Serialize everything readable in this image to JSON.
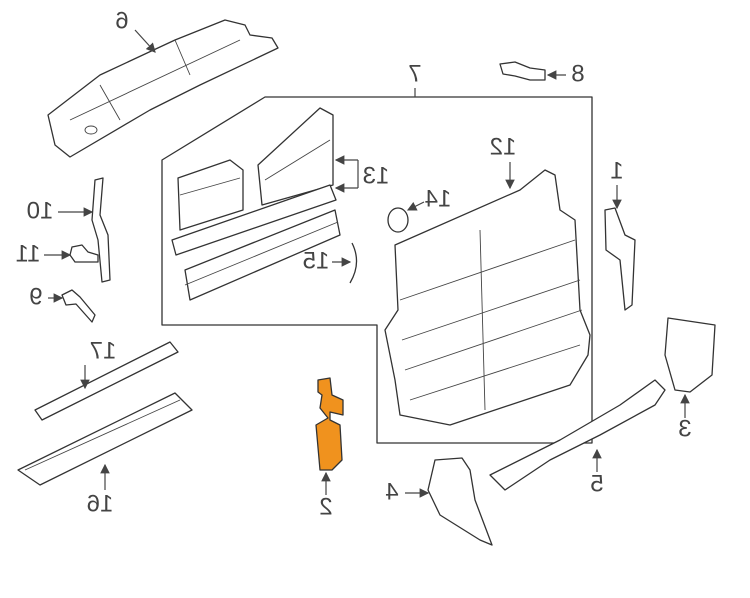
{
  "diagram": {
    "title": "Radiator support / air deflector parts diagram",
    "highlight_color": "#f0921e",
    "labels": {
      "p1": "1",
      "p2": "2",
      "p3": "3",
      "p4": "4",
      "p5": "5",
      "p6": "6",
      "p7": "7",
      "p8": "8",
      "p9": "9",
      "p10": "10",
      "p11": "11",
      "p12": "12",
      "p13": "13",
      "p14": "14",
      "p15": "15",
      "p16": "16",
      "p17": "17"
    },
    "highlighted_part": "2"
  }
}
